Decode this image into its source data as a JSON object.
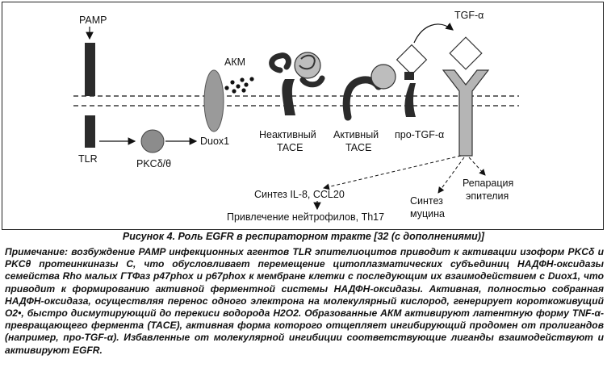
{
  "diagram": {
    "labels": {
      "pamp": "PAMP",
      "tlr": "TLR",
      "pkc": "PKCδ/θ",
      "duox": "Duox1",
      "akm": "АКМ",
      "tgf": "TGF-α",
      "inactive_tace": "Неактивный\nTACE",
      "active_tace": "Активный\nTACE",
      "pro_tgf": "про-TGF-α",
      "synth_il8": "Синтез IL-8, CCL20",
      "recruit": "Привлечение нейтрофилов, Th17",
      "mucin": "Синтез\nмуцина",
      "repair": "Репарация\nэпителия"
    },
    "colors": {
      "dark": "#2b2b2b",
      "mid_gray": "#8c8c8c",
      "light_gray": "#bdbdbd",
      "receptor": "#b5b5b5"
    }
  },
  "caption": "Рисунок 4. Роль EGFR в респираторном тракте [32 (с дополнениями)]",
  "note": {
    "lead": "Примечание:",
    "body": " возбуждение PAMP инфекционных агентов TLR эпителиоцитов приводит к активации изоформ PKCδ и PKCθ протеинкиназы C, что обусловливает перемещение цитоплазматических субъединиц НАДФН-оксидазы семейства Rho малых ГТФаз p47phox и p67phox к мембране клетки с последующим их взаимодействием с Duox1, что приводит к формированию активной ферментной системы НАДФН-оксидазы. Активная, полностью собранная НАДФН-оксидаза, осуществляя перенос одного электрона на молекулярный кислород, генерирует короткоживущий O2•, быстро дисмутирующий до перекиси водорода H2O2. Образованные АКМ активируют латентную форму TNF-α-превращающего фермента (TACE), активная форма которого отщепляет ингибирующий продомен от пролигандов (например, про-TGF-α). Избавленные от молекулярной ингибиции соответствующие лиганды взаимодействуют и активируют EGFR."
  }
}
